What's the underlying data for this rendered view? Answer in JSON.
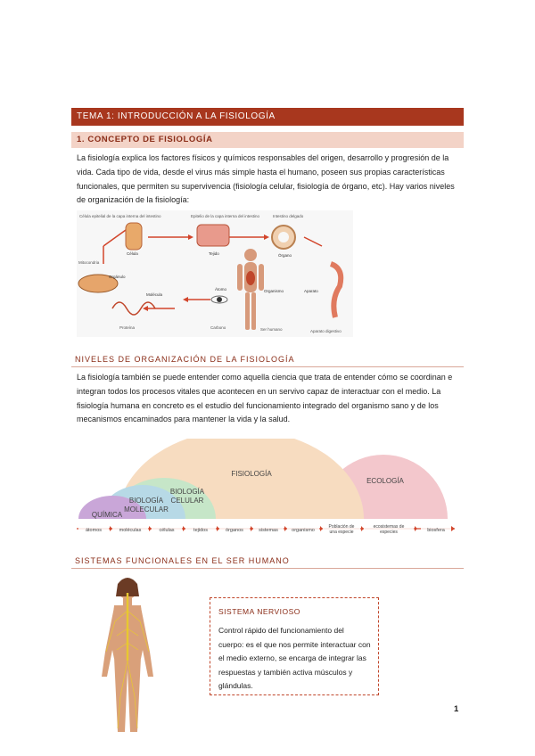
{
  "title": "TEMA 1: INTRODUCCIÓN A LA FISIOLOGÍA",
  "section1": {
    "heading": "1. CONCEPTO DE FISIOLOGÍA",
    "paragraph": "La fisiología explica los factores físicos y químicos responsables del origen, desarrollo y progresión de la vida. Cada tipo de vida, desde el virus más simple hasta el humano, poseen sus propias características funcionales, que permiten su supervivencia (fisiología celular, fisiología de órgano, etc). Hay varios niveles de organización de la fisiología:"
  },
  "figure1": {
    "labels": {
      "celula_epitelial": "Célula epitelial de la capa interna del intestino",
      "epitelio": "Epitelio de la capa interna del intestino",
      "intestino": "Intestino delgado",
      "celula": "Célula",
      "tejido": "Tejido",
      "organo": "Órgano",
      "mitocondria": "Mitocondria",
      "organulo": "Orgánulo",
      "molecula": "Molécula",
      "atomo": "Átomo",
      "organismo": "Organismo",
      "aparato": "Aparato",
      "proteina": "Proteína",
      "carbono": "Carbono",
      "ser_humano": "Ser humano",
      "aparato_digestivo": "Aparato digestivo"
    }
  },
  "section2": {
    "heading": "NIVELES DE ORGANIZACIÓN DE LA FISIOLOGÍA",
    "paragraph": "La fisiología también se puede entender como aquella ciencia que trata de entender cómo se coordinan e integran todos los procesos vitales que acontecen en un servivo capaz de interactuar con el medio. La fisiología humana en concreto es el estudio del funcionamiento integrado del organismo sano y de los mecanismos encaminados para mantener la vida y la salud."
  },
  "figure2": {
    "arcs": {
      "quimica": "QUÍMICA",
      "bio_molecular_1": "BIOLOGÍA",
      "bio_molecular_2": "MOLECULAR",
      "bio_celular_1": "BIOLOGÍA",
      "bio_celular_2": "CELULAR",
      "fisiologia": "FISIOLOGÍA",
      "ecologia": "ECOLOGÍA"
    },
    "levels": [
      "átomos",
      "moléculas",
      "células",
      "tejidos",
      "órganos",
      "sistemas",
      "organismo",
      "Población de una especie",
      "ecosistemas de especies",
      "biosfera"
    ],
    "colors": {
      "quimica": "#c9a6d8",
      "bio_molecular": "#b7d9e6",
      "bio_celular": "#c6e6c8",
      "fisiologia": "#f7dcc0",
      "ecologia": "#f3c7cc"
    }
  },
  "section3": {
    "heading": "SISTEMAS FUNCIONALES EN EL SER HUMANO",
    "box_title": "SISTEMA NERVIOSO",
    "box_text": "Control rápido del funcionamiento del cuerpo: es el que nos permite interactuar con el medio externo, se encarga de integrar las respuestas y también activa músculos y glándulas."
  },
  "page_number": "1",
  "colors": {
    "accent": "#a8371e",
    "accent_light": "#f3d3c7",
    "box_border": "#c0462a"
  }
}
